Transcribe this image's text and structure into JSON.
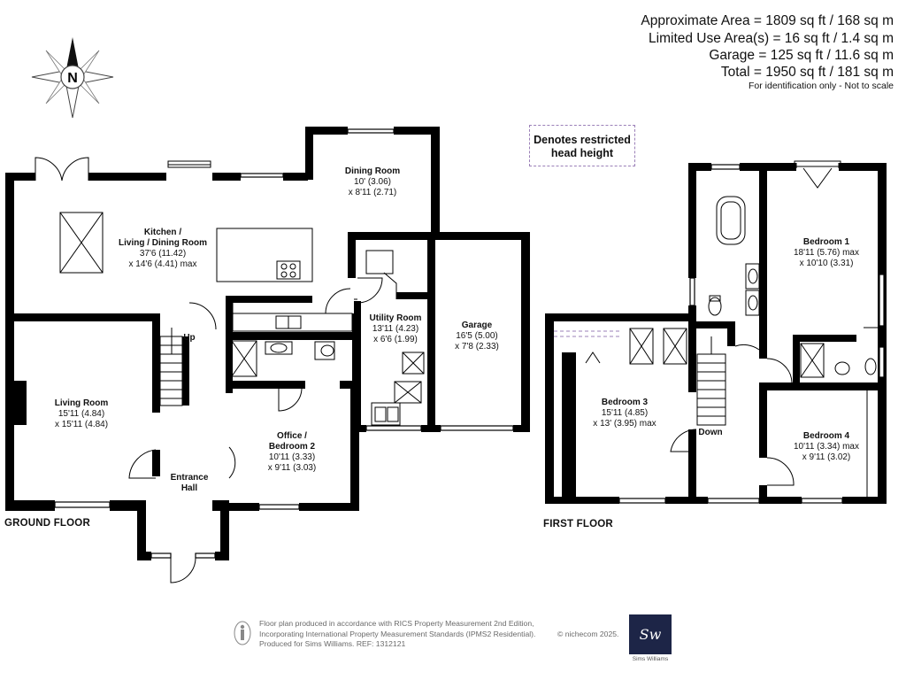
{
  "area_summary": {
    "approximate": "Approximate Area = 1809 sq ft / 168 sq m",
    "limited": "Limited Use Area(s) = 16 sq ft / 1.4 sq m",
    "garage": "Garage = 125 sq ft / 11.6 sq m",
    "total": "Total = 1950 sq ft / 181 sq m",
    "note": "For identification only - Not to scale"
  },
  "compass": {
    "letter": "N"
  },
  "legend": {
    "line1": "Denotes restricted",
    "line2": "head height"
  },
  "ground_floor": {
    "label": "GROUND FLOOR",
    "rooms": {
      "dining": {
        "name": "Dining Room",
        "dim1": "10' (3.06)",
        "dim2": "x 8'11 (2.71)"
      },
      "kitchen": {
        "name1": "Kitchen /",
        "name2": "Living / Dining Room",
        "dim1": "37'6 (11.42)",
        "dim2": "x 14'6 (4.41) max"
      },
      "utility": {
        "name": "Utility Room",
        "dim1": "13'11 (4.23)",
        "dim2": "x 6'6 (1.99)"
      },
      "garage": {
        "name": "Garage",
        "dim1": "16'5 (5.00)",
        "dim2": "x 7'8 (2.33)"
      },
      "living": {
        "name": "Living Room",
        "dim1": "15'11 (4.84)",
        "dim2": "x 15'11 (4.84)"
      },
      "office": {
        "name1": "Office /",
        "name2": "Bedroom 2",
        "dim1": "10'11 (3.33)",
        "dim2": "x 9'11 (3.03)"
      },
      "hall": {
        "name1": "Entrance",
        "name2": "Hall"
      }
    },
    "stair_label": "Up"
  },
  "first_floor": {
    "label": "FIRST FLOOR",
    "rooms": {
      "bed1": {
        "name": "Bedroom 1",
        "dim1": "18'11 (5.76) max",
        "dim2": "x 10'10 (3.31)"
      },
      "bed3": {
        "name": "Bedroom 3",
        "dim1": "15'11 (4.85)",
        "dim2": "x 13' (3.95) max"
      },
      "bed4": {
        "name": "Bedroom 4",
        "dim1": "10'11 (3.34) max",
        "dim2": "x 9'11 (3.02)"
      }
    },
    "stair_label": "Down"
  },
  "footer": {
    "line1": "Floor plan produced in accordance with RICS Property Measurement 2nd Edition,",
    "line2": "Incorporating International Property Measurement Standards (IPMS2 Residential).",
    "line3": "Produced for Sims Williams.   REF: 1312121",
    "copyright": "© nichecom 2025.",
    "logo_text": "Sw",
    "logo_name": "Sims Williams"
  }
}
